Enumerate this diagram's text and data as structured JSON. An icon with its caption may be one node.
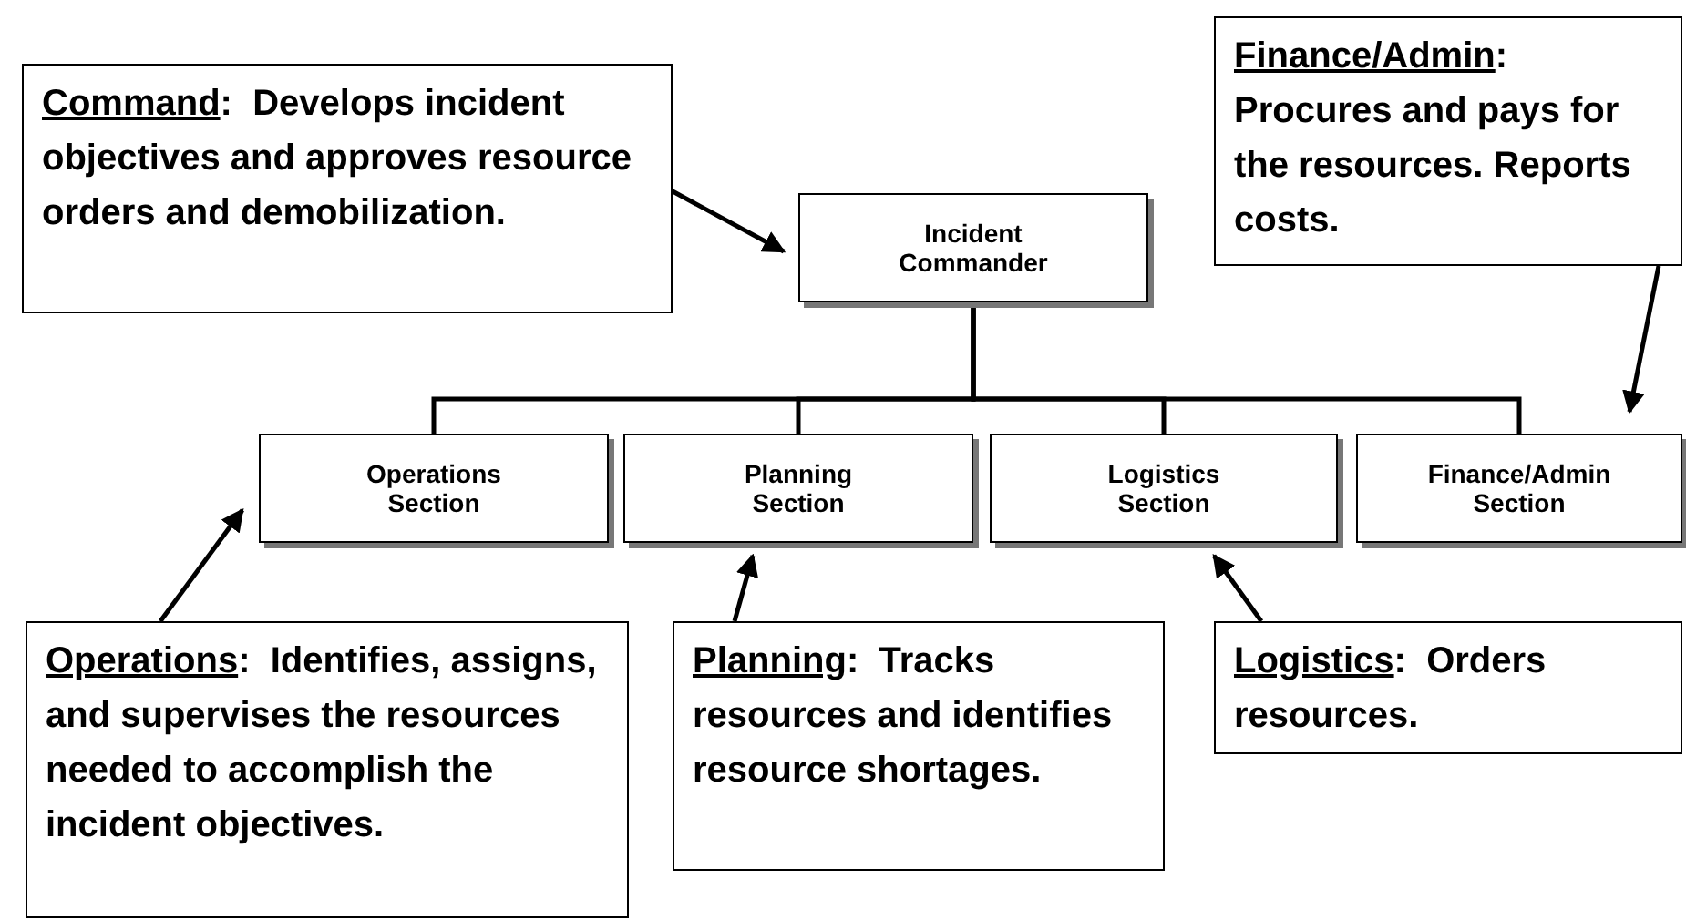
{
  "diagram": {
    "nodes": [
      {
        "text": [
          "Command",
          ":  Develops incident objectives and approves resource orders and demobilization."
        ]
      },
      {
        "text": [
          "Incident Commander"
        ]
      },
      {
        "text": [
          "Finance/Admin",
          ": Procures and pays for the resources. Reports costs."
        ]
      },
      {
        "text": [
          "Operations Section"
        ]
      },
      {
        "text": [
          "Planning Section"
        ]
      },
      {
        "text": [
          "Logistics Section"
        ]
      },
      {
        "text": [
          "Finance/Admin Section"
        ]
      },
      {
        "text": [
          "Operations",
          ":  Identifies, assigns, and supervises the resources needed to accomplish the incident objectives."
        ]
      },
      {
        "text": [
          "Planning",
          ":  Tracks resources and identifies resource shortages."
        ]
      },
      {
        "text": [
          "Logistics",
          ":  Orders resources."
        ]
      }
    ],
    "edges": [
      {
        "from": 0,
        "to": 1,
        "arrow": "to"
      },
      {
        "from": 1,
        "to": 3,
        "arrow": "none"
      },
      {
        "from": 1,
        "to": 4,
        "arrow": "none"
      },
      {
        "from": 1,
        "to": 5,
        "arrow": "none"
      },
      {
        "from": 1,
        "to": 6,
        "arrow": "none"
      },
      {
        "from": 2,
        "to": 6,
        "arrow": "to"
      },
      {
        "from": 7,
        "to": 3,
        "arrow": "to"
      },
      {
        "from": 8,
        "to": 4,
        "arrow": "to"
      },
      {
        "from": 9,
        "to": 5,
        "arrow": "to"
      }
    ]
  }
}
